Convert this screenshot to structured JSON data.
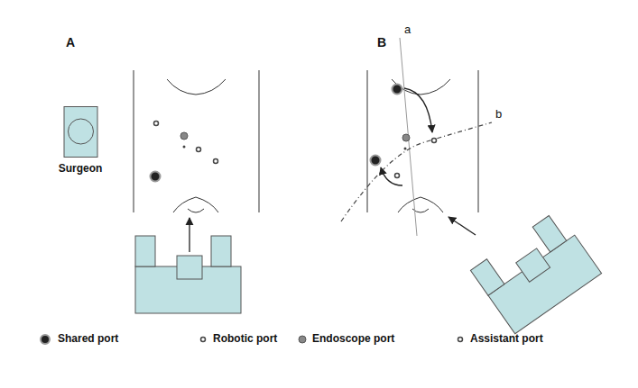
{
  "diagram": {
    "nodes": [
      {
        "text": [
          "Surgeon"
        ]
      }
    ],
    "labels": [
      "A",
      "B",
      "a",
      "b"
    ],
    "legend": [
      {
        "text": "Shared port"
      },
      {
        "text": "Robotic port"
      },
      {
        "text": "Endoscope port"
      },
      {
        "text": "Assistant port"
      }
    ]
  }
}
